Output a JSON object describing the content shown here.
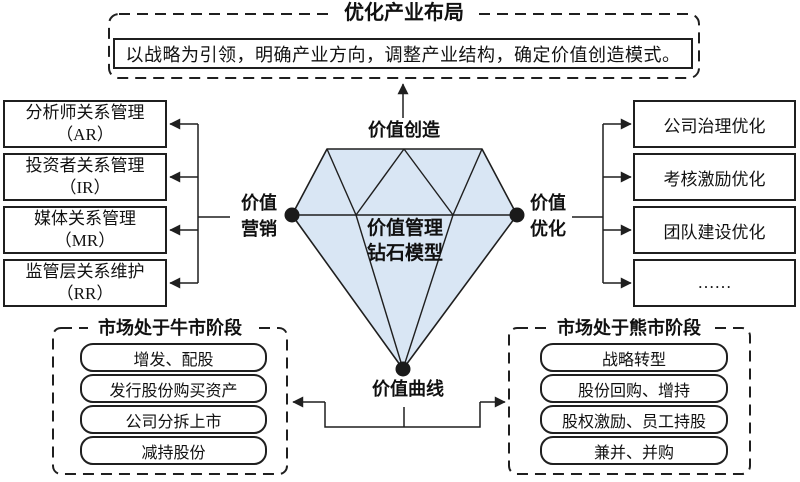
{
  "top_section": {
    "title": "优化产业布局",
    "strategy_text": "以战略为引领，明确产业方向，调整产业结构，确定价值创造模式。"
  },
  "left_column": {
    "items": [
      {
        "name": "分析师关系管理",
        "abbr": "（AR）"
      },
      {
        "name": "投资者关系管理",
        "abbr": "（IR）"
      },
      {
        "name": "媒体关系管理",
        "abbr": "（MR）"
      },
      {
        "name": "监管层关系维护",
        "abbr": "（RR）"
      }
    ]
  },
  "right_column": {
    "items": [
      {
        "label": "公司治理优化"
      },
      {
        "label": "考核激励优化"
      },
      {
        "label": "团队建设优化"
      },
      {
        "label": "……"
      }
    ]
  },
  "diamond": {
    "center_label": {
      "line1": "价值管理",
      "line2": "钻石模型"
    },
    "top_label": "价值创造",
    "left_label": {
      "line1": "价值",
      "line2": "营销"
    },
    "right_label": {
      "line1": "价值",
      "line2": "优化"
    },
    "bottom_label": "价值曲线",
    "fill_color": "#d9e6f4",
    "line_color": "#1f1f1f"
  },
  "bull_market": {
    "title": "市场处于牛市阶段",
    "items": [
      {
        "label": "增发、配股"
      },
      {
        "label": "发行股份购买资产"
      },
      {
        "label": "公司分拆上市"
      },
      {
        "label": "减持股份"
      }
    ]
  },
  "bear_market": {
    "title": "市场处于熊市阶段",
    "items": [
      {
        "label": "战略转型"
      },
      {
        "label": "股份回购、增持"
      },
      {
        "label": "股权激励、员工持股"
      },
      {
        "label": "兼并、并购"
      }
    ]
  }
}
